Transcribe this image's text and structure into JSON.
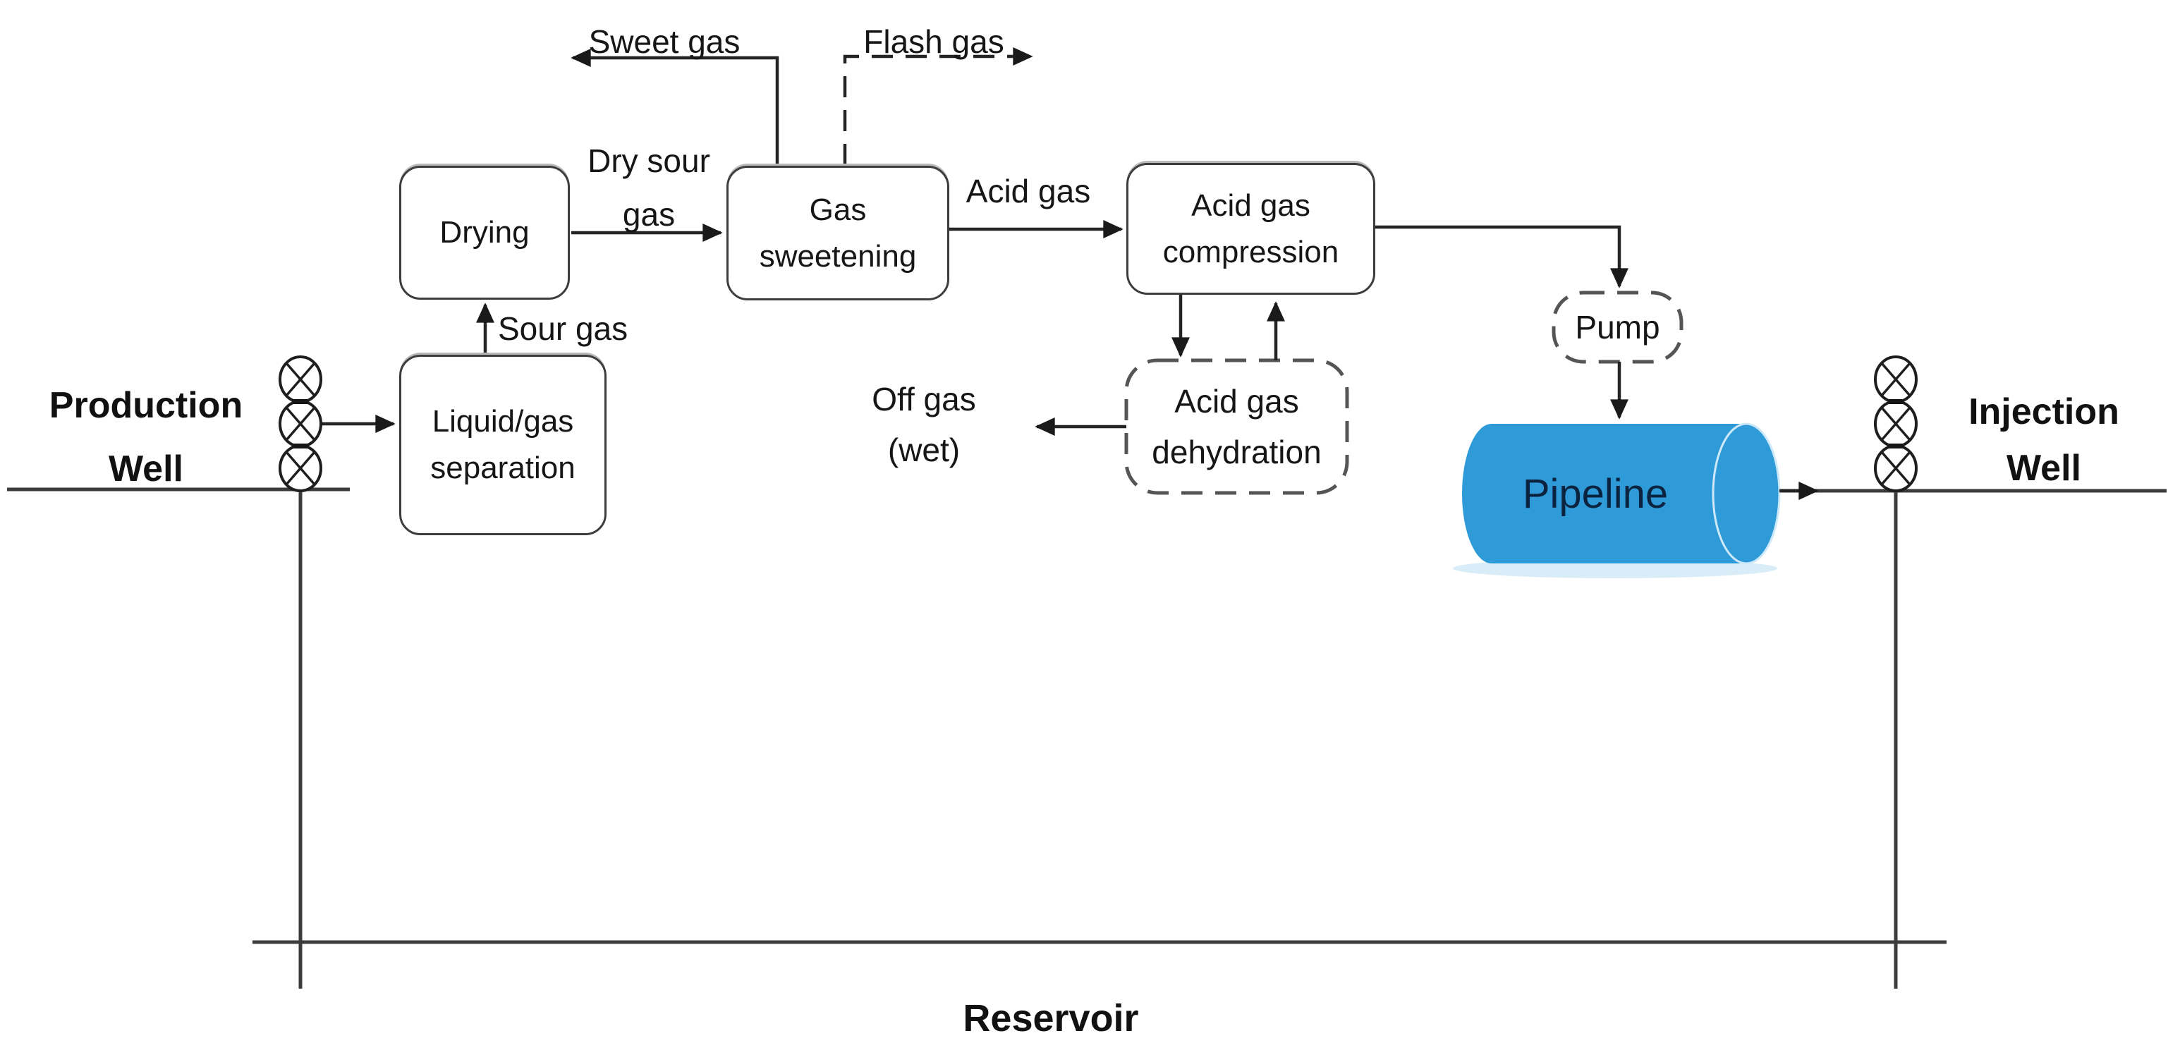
{
  "colors": {
    "flow_line": "#242424",
    "structure_line": "#3b3b3b",
    "box_border": "#3d3d3d",
    "dashed_border": "#555555",
    "pipeline_fill": "#2e9bd8",
    "pipeline_rim": "#cde9f9",
    "pipeline_text": "#0c2340",
    "text": "#161616"
  },
  "boxes": {
    "drying": {
      "label": "Drying"
    },
    "gas_sweetening": {
      "lines": [
        "Gas",
        "sweetening"
      ]
    },
    "acid_gas_compression": {
      "lines": [
        "Acid gas",
        "compression"
      ]
    },
    "acid_gas_dehydration": {
      "lines": [
        "Acid gas",
        "dehydration"
      ]
    },
    "liquid_gas_separation": {
      "lines": [
        "Liquid/gas",
        "separation"
      ]
    },
    "pump": {
      "label": "Pump"
    },
    "pipeline": {
      "label": "Pipeline"
    }
  },
  "streams": {
    "sweet_gas": "Sweet gas",
    "flash_gas": "Flash gas",
    "dry_sour_gas": [
      "Dry sour",
      "gas"
    ],
    "sour_gas": "Sour gas",
    "acid_gas": "Acid gas",
    "off_gas": [
      "Off gas",
      "(wet)"
    ]
  },
  "sites": {
    "production_well": [
      "Production",
      "Well"
    ],
    "injection_well": [
      "Injection",
      "Well"
    ],
    "reservoir": "Reservoir"
  }
}
